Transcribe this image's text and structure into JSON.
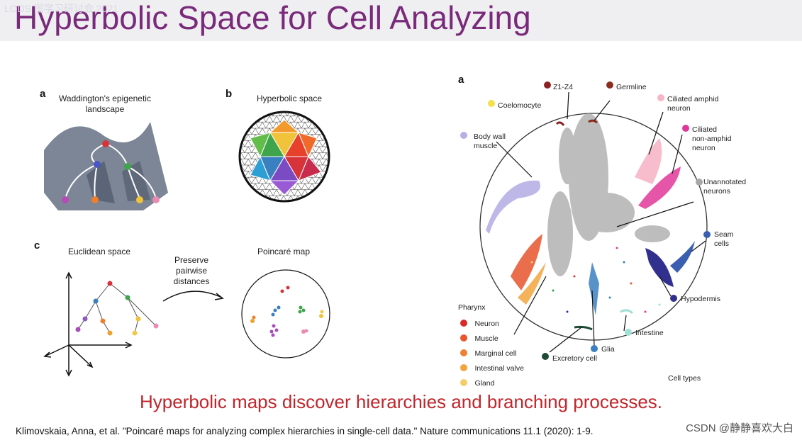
{
  "watermark_top": "LODS 图学习研讨会 2021",
  "title": "Hyperbolic Space for Cell Analyzing",
  "left_figure": {
    "panel_a": {
      "letter": "a",
      "label_line1": "Waddington's epigenetic",
      "label_line2": "landscape"
    },
    "panel_b": {
      "letter": "b",
      "label": "Hyperbolic space"
    },
    "panel_c": {
      "letter": "c",
      "euclidean_label": "Euclidean space",
      "arrow_line1": "Preserve",
      "arrow_line2": "pairwise",
      "arrow_line3": "distances",
      "poincare_label": "Poincaré map"
    }
  },
  "right_figure": {
    "letter": "a",
    "labels": {
      "z1z4": "Z1-Z4",
      "germline": "Germline",
      "coelomocyte": "Coelomocyte",
      "ciliated_amphid_1": "Ciliated amphid",
      "ciliated_amphid_2": "neuron",
      "ciliated_non_1": "Ciliated",
      "ciliated_non_2": "non-amphid",
      "ciliated_non_3": "neuron",
      "body_wall_1": "Body wall",
      "body_wall_2": "muscle",
      "unannotated_1": "Unannotated",
      "unannotated_2": "neurons",
      "seam_1": "Seam",
      "seam_2": "cells",
      "hypodermis": "Hypodermis",
      "intestine": "Intestine",
      "glia": "Glia",
      "excretory": "Excretory cell",
      "cell_types": "Cell types"
    },
    "pharynx_legend": {
      "title": "Pharynx",
      "items": [
        {
          "label": "Neuron",
          "color": "#d62b2b"
        },
        {
          "label": "Muscle",
          "color": "#e8552d"
        },
        {
          "label": "Marginal cell",
          "color": "#ee7f33"
        },
        {
          "label": "Intestinal valve",
          "color": "#f2a43d"
        },
        {
          "label": "Gland",
          "color": "#f3cd6a"
        }
      ]
    },
    "colors": {
      "z1z4": "#8b2323",
      "germline": "#8b2e1f",
      "coelomocyte": "#f4e04d",
      "ciliated_amphid": "#f7b6c8",
      "ciliated_non_amphid": "#e0389a",
      "body_wall_muscle": "#b6b0e6",
      "unannotated": "#a8a8a8",
      "seam_cells": "#3b5fb0",
      "hypodermis": "#32308f",
      "intestine": "#9fe0d6",
      "glia": "#3a7fc0",
      "excretory": "#1f4a34"
    }
  },
  "caption": "Hyperbolic maps discover hierarchies and branching processes.",
  "citation": "Klimovskaia, Anna, et al. \"Poincaré maps for analyzing complex hierarchies in single-cell data.\" Nature communications 11.1 (2020): 1-9.",
  "watermark_csdn": "CSDN @静静喜欢大白"
}
